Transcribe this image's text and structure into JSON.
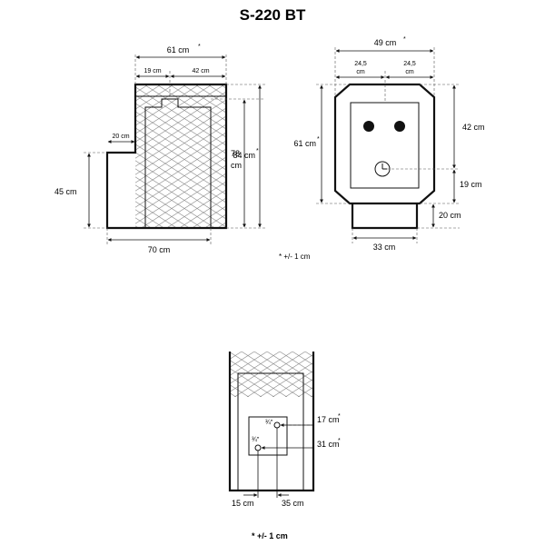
{
  "title": "S-220 BT",
  "side_view": {
    "total_width": "61 cm",
    "total_width_mark": "*",
    "top_left_width": "19 cm",
    "top_right_width": "42 cm",
    "step_width": "20 cm",
    "step_height": "45 cm",
    "mid_height_a": "78",
    "mid_height_b": "cm",
    "total_height": "84 cm",
    "total_height_mark": "*",
    "base_width": "70 cm"
  },
  "front_view": {
    "total_width": "49 cm",
    "total_width_mark": "*",
    "half_left_a": "24,5",
    "half_left_b": "cm",
    "half_right_a": "24,5",
    "half_right_b": "cm",
    "body_height": "61 cm",
    "body_height_mark": "*",
    "upper_height": "42 cm",
    "lower_height": "19 cm",
    "leg_height": "20 cm",
    "leg_width": "33 cm"
  },
  "tolerance_note_small": "* +/- 1 cm",
  "back_view": {
    "pipe_upper_size": "¾\"",
    "pipe_lower_size": "¾\"",
    "upper_height": "17 cm",
    "upper_height_mark": "*",
    "lower_height": "31 cm",
    "lower_height_mark": "*",
    "left_offset": "15 cm",
    "right_offset": "35 cm"
  },
  "tolerance_note_bold": "* +/- 1 cm"
}
